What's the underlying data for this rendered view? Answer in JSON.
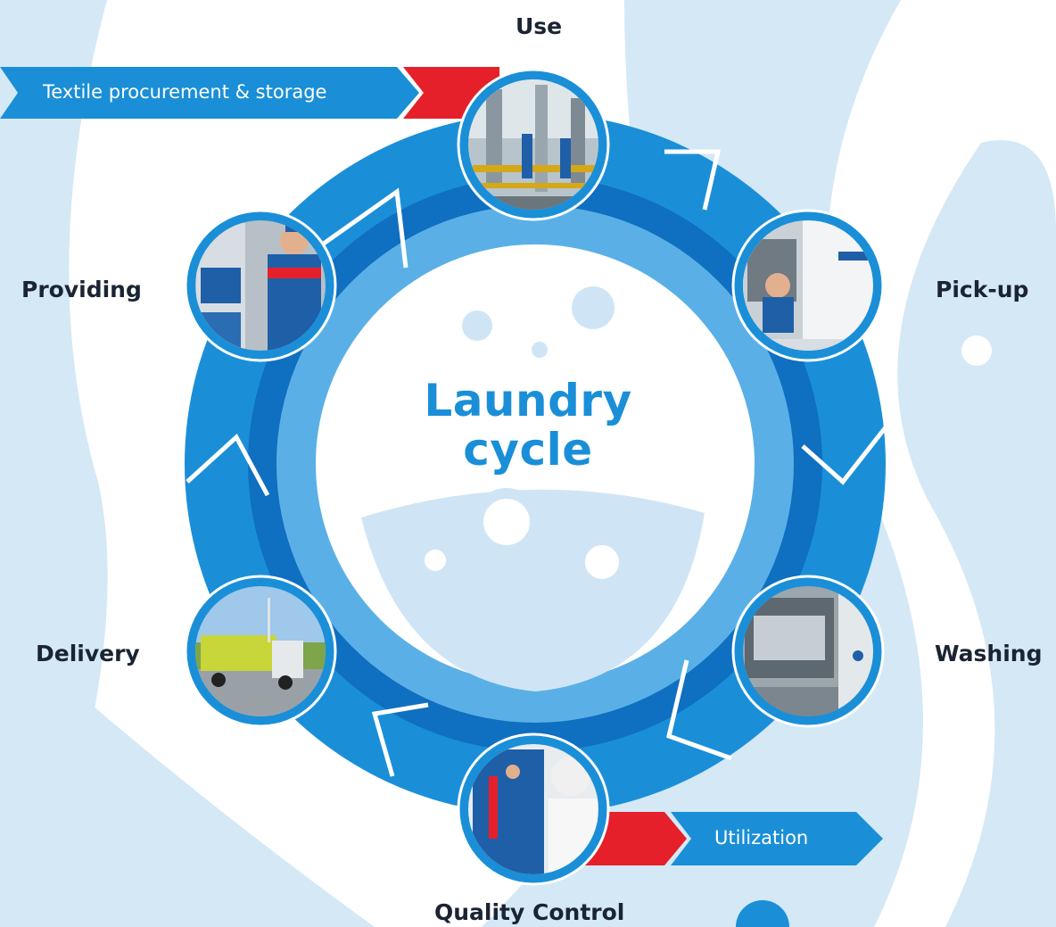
{
  "colors": {
    "background_light": "#d4e8f6",
    "ring_outer": "#1a8fd8",
    "ring_inner": "#0f6fc0",
    "center_fill": "#ffffff",
    "center_accent": "#cfe5f5",
    "banner_blue": "#1a8fd8",
    "banner_red": "#e5202a",
    "title": "#1a8fd8",
    "label": "#1a2433"
  },
  "center": {
    "title_line1": "Laundry",
    "title_line2": "cycle"
  },
  "stages": [
    {
      "key": "use",
      "label": "Use",
      "photo": "industrial-plant-workers-photo"
    },
    {
      "key": "pickup",
      "label": "Pick-up",
      "photo": "delivery-van-driver-photo"
    },
    {
      "key": "washing",
      "label": "Washing",
      "photo": "washing-machine-photo"
    },
    {
      "key": "quality",
      "label": "Quality Control",
      "photo": "garment-inspection-photo"
    },
    {
      "key": "delivery",
      "label": "Delivery",
      "photo": "delivery-truck-photo"
    },
    {
      "key": "providing",
      "label": "Providing",
      "photo": "locker-worker-photo"
    }
  ],
  "banners": {
    "top": "Textile procurement & storage",
    "bottom": "Utilization"
  }
}
